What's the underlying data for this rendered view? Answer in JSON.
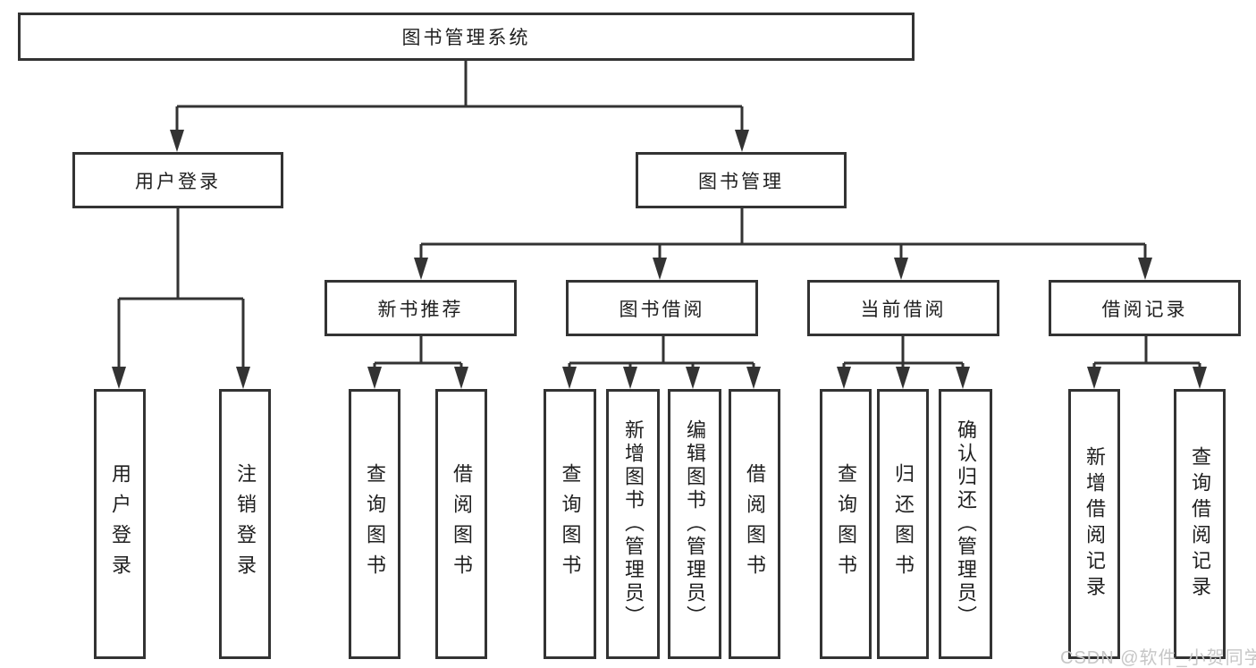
{
  "diagram": {
    "root": {
      "label": "图书管理系统"
    },
    "branches": [
      {
        "label": "用户登录",
        "leaves": [
          {
            "label": "用户登录"
          },
          {
            "label": "注销登录"
          }
        ]
      },
      {
        "label": "图书管理",
        "sections": [
          {
            "label": "新书推荐",
            "leaves": [
              {
                "label": "查询图书"
              },
              {
                "label": "借阅图书"
              }
            ]
          },
          {
            "label": "图书借阅",
            "leaves": [
              {
                "label": "查询图书"
              },
              {
                "label": "新增图书（管理员）"
              },
              {
                "label": "编辑图书（管理员）"
              },
              {
                "label": "借阅图书"
              }
            ]
          },
          {
            "label": "当前借阅",
            "leaves": [
              {
                "label": "查询图书"
              },
              {
                "label": "归还图书"
              },
              {
                "label": "确认归还（管理员）"
              }
            ]
          },
          {
            "label": "借阅记录",
            "leaves": [
              {
                "label": "新增借阅记录"
              },
              {
                "label": "查询借阅记录"
              }
            ]
          }
        ]
      }
    ],
    "watermark": "CSDN @软件_小贺同学",
    "colors": {
      "line": "#333333",
      "box_background": "#ffffff",
      "text": "#1f1f1f",
      "watermark": "#c6c6c6",
      "page_background": "#ffffff"
    }
  }
}
